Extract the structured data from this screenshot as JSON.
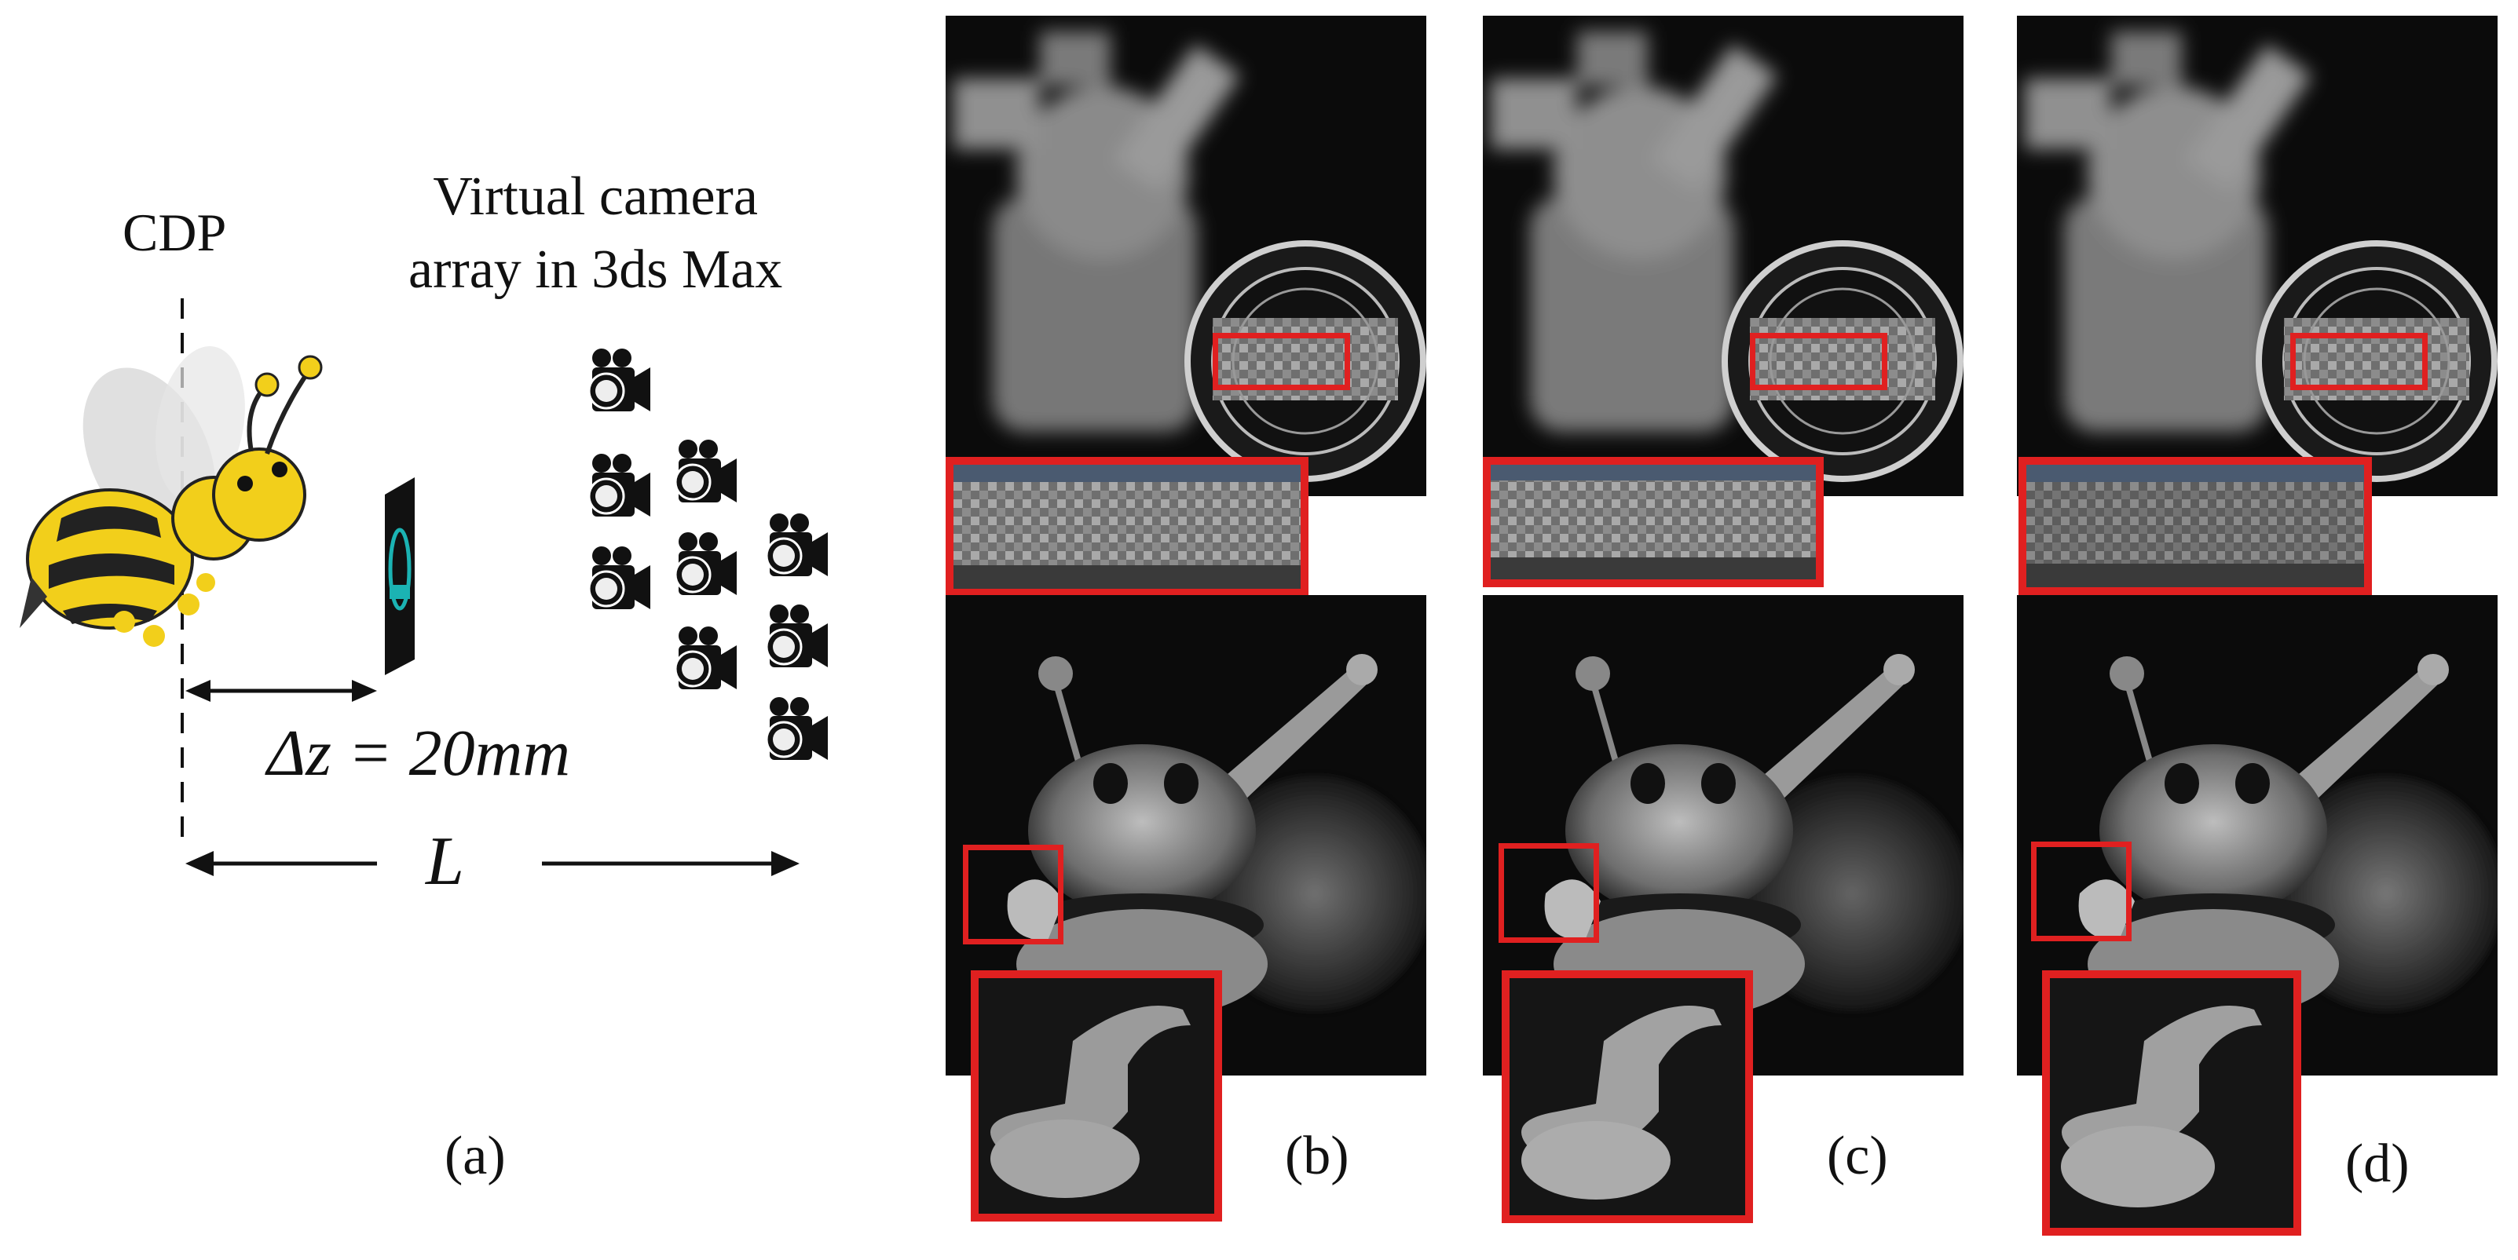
{
  "panel_a": {
    "cdp_label": "CDP",
    "camera_label_line1": "Virtual camera",
    "camera_label_line2": "array in 3ds Max",
    "dz_label": "Δz = 20mm",
    "distance_label": "L",
    "caption": "(a)"
  },
  "columns": [
    {
      "caption": "(b)"
    },
    {
      "caption": "(c)"
    },
    {
      "caption": "(d)"
    }
  ],
  "colors": {
    "highlight": "#e02020",
    "bee_yellow": "#f2cf1b",
    "screen_teal": "#1bb3b3",
    "background": "#ffffff"
  },
  "icons": [
    "bee-model",
    "display-screen",
    "video-camera-icon"
  ]
}
